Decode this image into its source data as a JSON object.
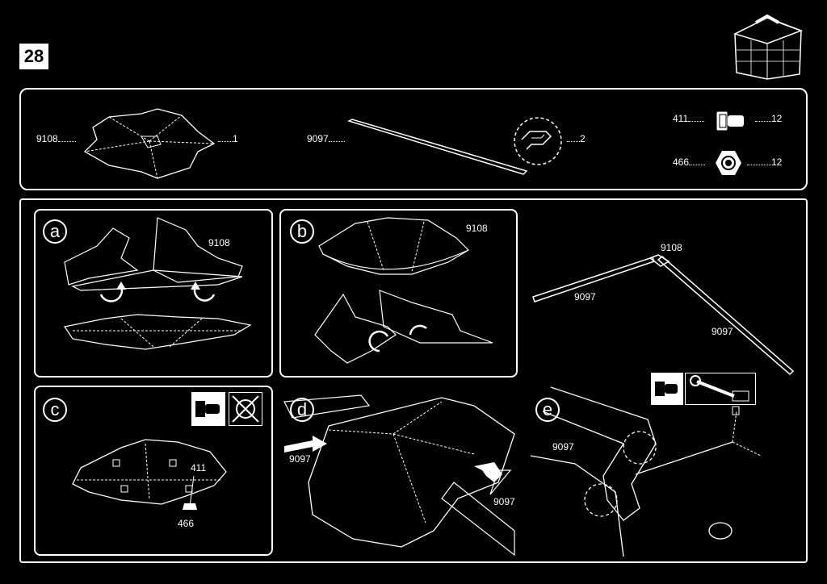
{
  "step": {
    "number": "28"
  },
  "parts": [
    {
      "code": "9108",
      "qty": "1"
    },
    {
      "code": "9097",
      "qty": "2"
    },
    {
      "code": "411",
      "qty": "12"
    },
    {
      "code": "466",
      "qty": "12"
    }
  ],
  "panels": {
    "a": {
      "letter": "a",
      "part": "9108"
    },
    "b": {
      "letter": "b",
      "part": "9108"
    },
    "overview": {
      "top": "9108",
      "left": "9097",
      "right": "9097"
    },
    "c": {
      "letter": "c",
      "bolt": "411",
      "nut": "466"
    },
    "d": {
      "letter": "d",
      "left": "9097",
      "right": "9097"
    },
    "e": {
      "letter": "e",
      "part": "9097"
    }
  },
  "icons": [
    "shed-thumbnail-icon",
    "bolt-icon",
    "nut-icon",
    "rotate-arrow-icon",
    "push-arrow-icon",
    "bolt-nut-check-icon",
    "wrench-icon",
    "no-tool-icon"
  ]
}
